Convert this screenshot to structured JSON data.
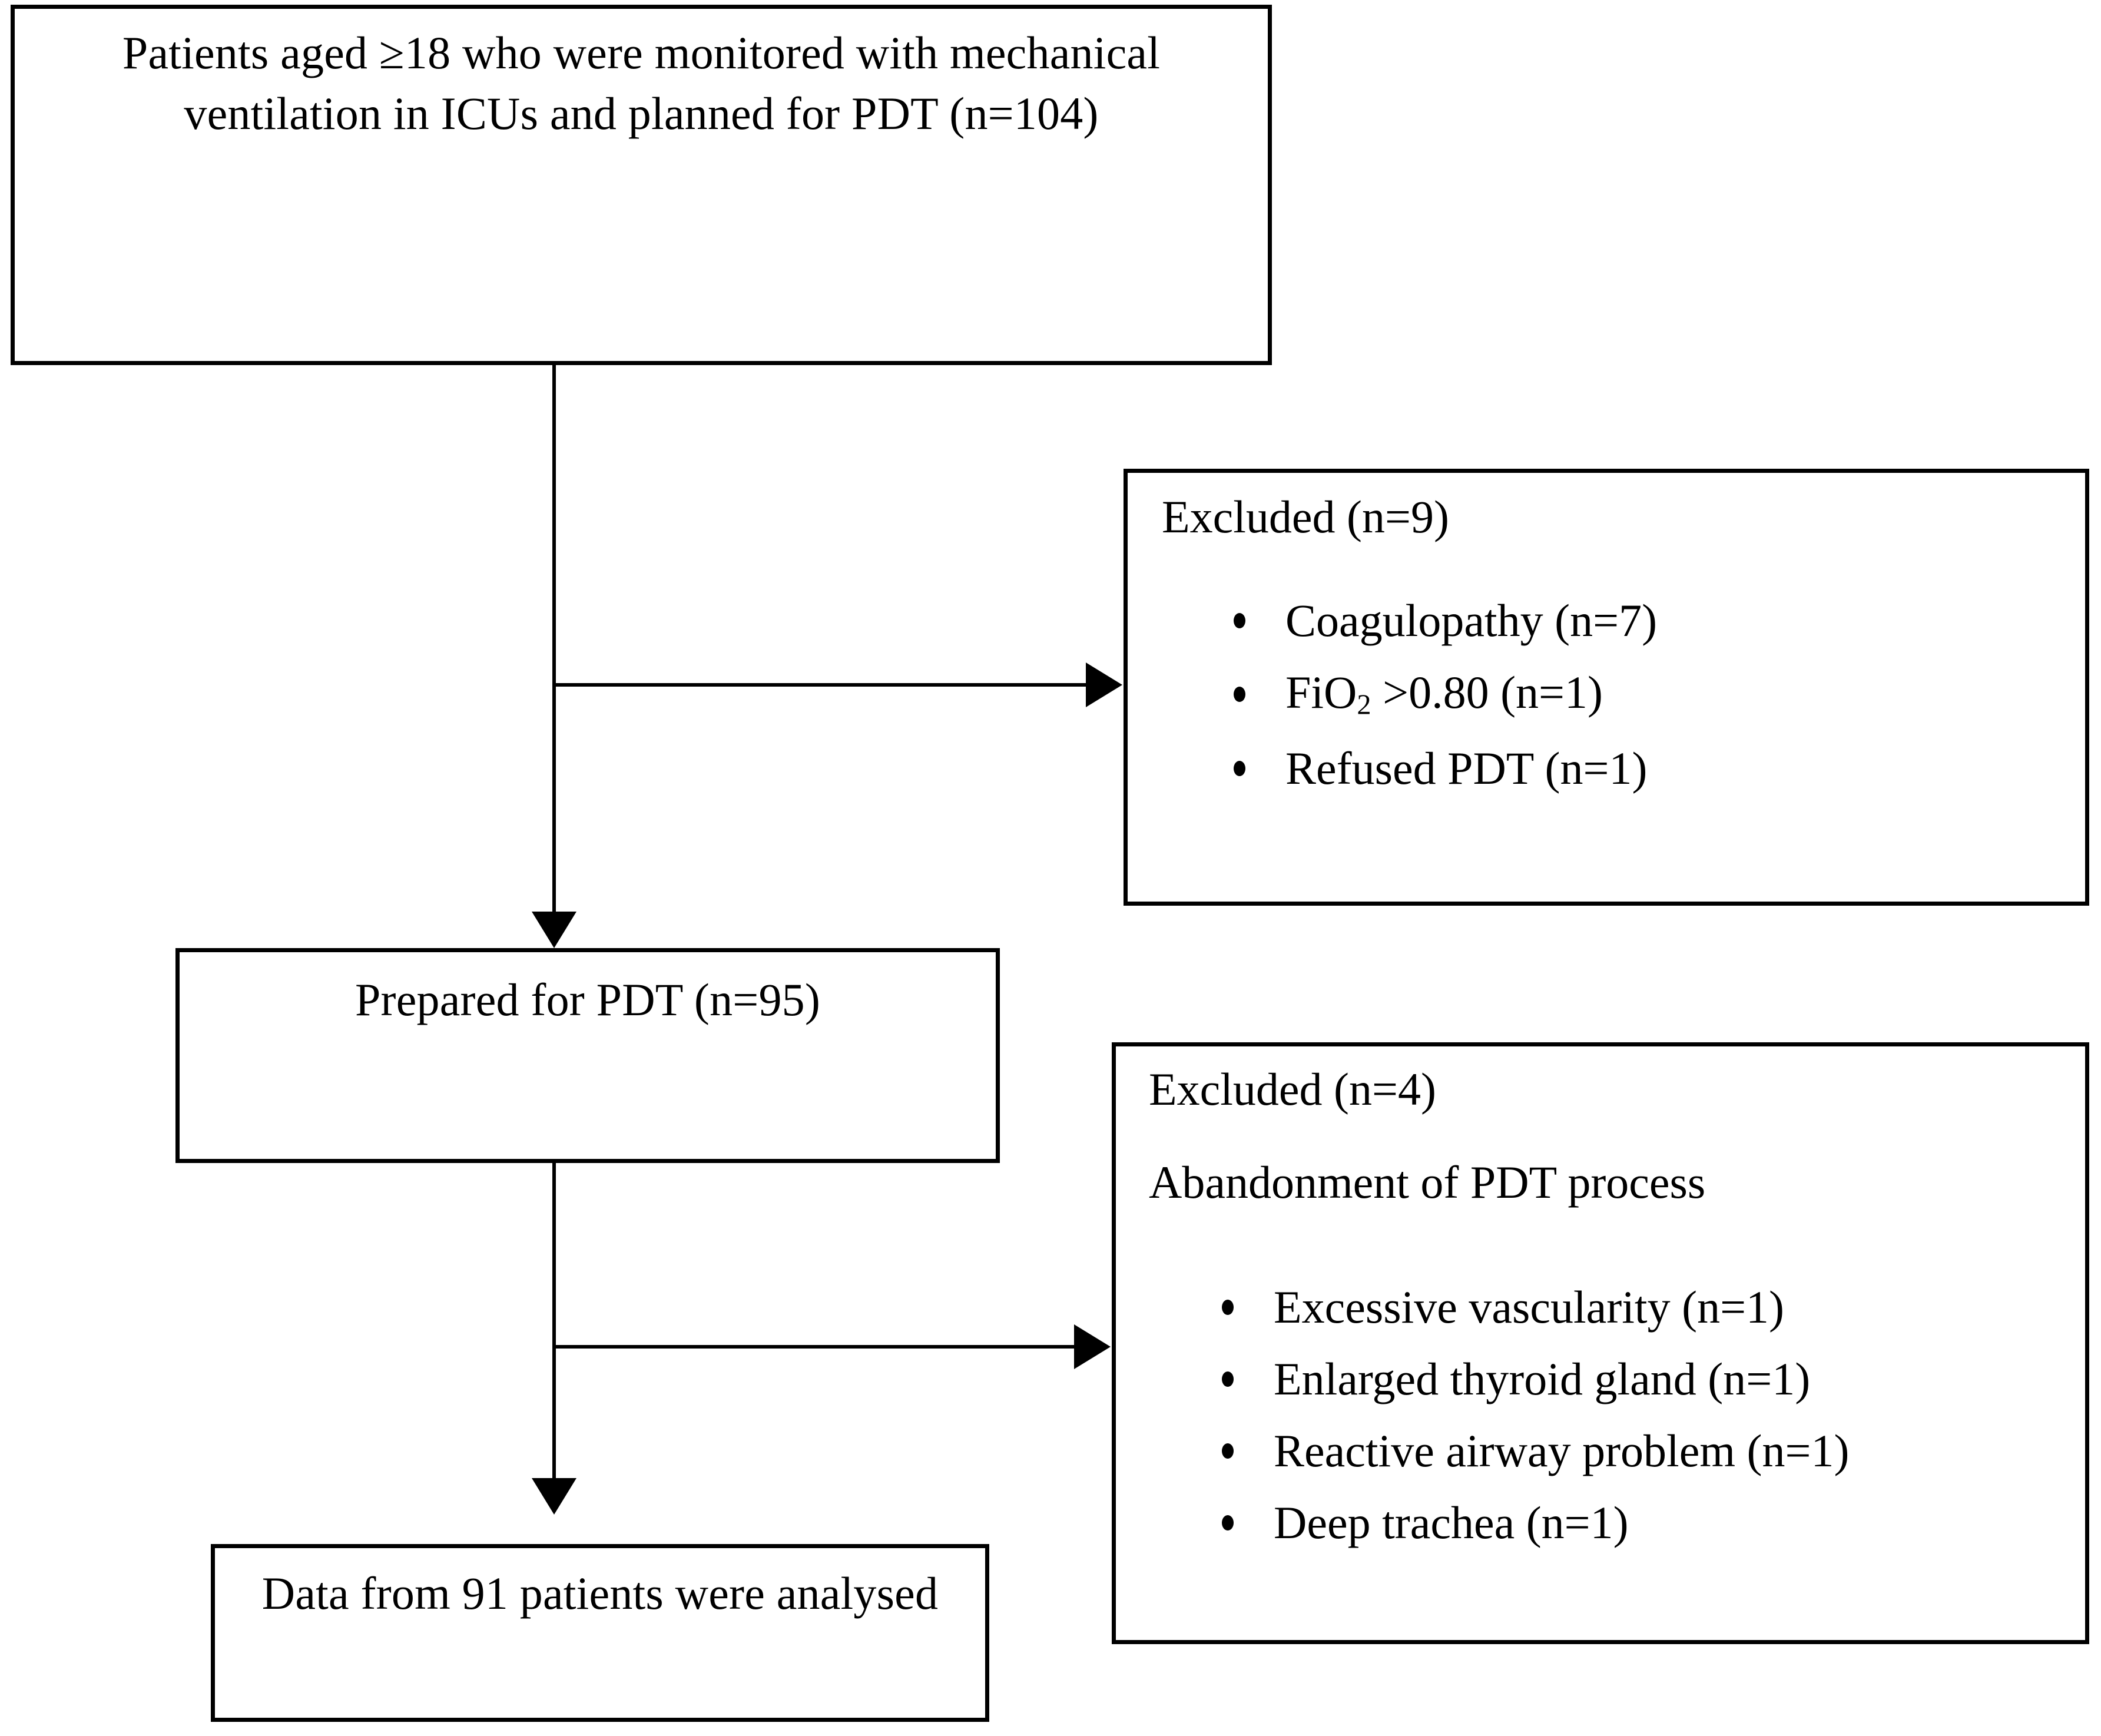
{
  "figure": {
    "type": "patient-flow-diagram",
    "line_color": "#000000",
    "background_color": "#ffffff"
  },
  "nodes": {
    "enrolled": {
      "text": "Patients aged ≥18 who were monitored with mechanical ventilation in ICUs and planned for PDT (n=104)",
      "n": 104
    },
    "prepared": {
      "text": "Prepared for PDT (n=95)",
      "n": 95
    },
    "analysed": {
      "text": "Data from 91 patients were analysed",
      "n": 91
    }
  },
  "excluded_1": {
    "header": "Excluded (n=9)",
    "n": 9,
    "items": [
      {
        "label": "Coagulopathy (n=7)",
        "n": 7
      },
      {
        "label_prefix": "FiO",
        "label_sub": "2",
        "label_suffix": " >0.80 (n=1)",
        "n": 1
      },
      {
        "label": "Refused PDT (n=1)",
        "n": 1
      }
    ]
  },
  "excluded_2": {
    "header": "Excluded (n=4)",
    "subheader": "Abandonment of PDT process",
    "n": 4,
    "items": [
      {
        "label": "Excessive vascularity (n=1)",
        "n": 1
      },
      {
        "label": "Enlarged thyroid gland (n=1)",
        "n": 1
      },
      {
        "label": "Reactive airway problem (n=1)",
        "n": 1
      },
      {
        "label": "Deep trachea (n=1)",
        "n": 1
      }
    ]
  },
  "connectors": [
    {
      "name": "enrolled-to-prepared",
      "kind": "arrow-down"
    },
    {
      "name": "enrolled-to-excluded-1",
      "kind": "arrow-right"
    },
    {
      "name": "prepared-to-analysed",
      "kind": "arrow-down"
    },
    {
      "name": "prepared-to-excluded-2",
      "kind": "arrow-right"
    }
  ]
}
